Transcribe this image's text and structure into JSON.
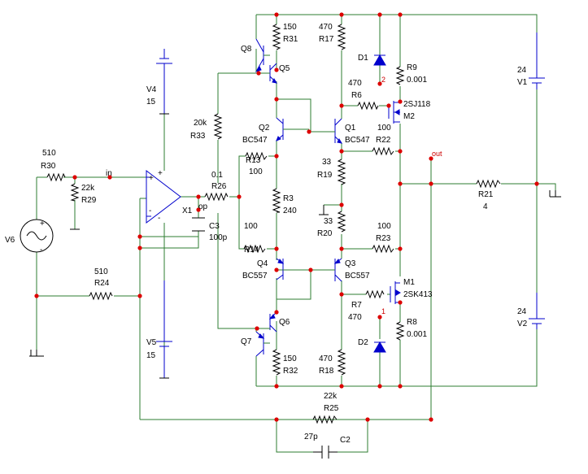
{
  "components": {
    "R30": {
      "ref": "R30",
      "value": "510"
    },
    "R29": {
      "ref": "R29",
      "value": "22k"
    },
    "R24": {
      "ref": "R24",
      "value": "510"
    },
    "V6": {
      "ref": "V6"
    },
    "X1": {
      "ref": "X1"
    },
    "C3": {
      "ref": "C3",
      "value": "100p"
    },
    "R26": {
      "ref": "R26",
      "value": "0.1"
    },
    "R33": {
      "ref": "R33",
      "value": "20k"
    },
    "V4": {
      "ref": "V4",
      "value": "15"
    },
    "V5": {
      "ref": "V5",
      "value": "15"
    },
    "Q8": {
      "ref": "Q8"
    },
    "Q5": {
      "ref": "Q5"
    },
    "R31": {
      "ref": "R31",
      "value": "150"
    },
    "Q2": {
      "ref": "Q2",
      "model": "BC547"
    },
    "R13": {
      "ref": "R13",
      "value": "100"
    },
    "R3": {
      "ref": "R3",
      "value": "240"
    },
    "R14": {
      "ref": "R14",
      "value": "100"
    },
    "Q4": {
      "ref": "Q4",
      "model": "BC557"
    },
    "Q6": {
      "ref": "Q6"
    },
    "Q7": {
      "ref": "Q7"
    },
    "R32": {
      "ref": "R32",
      "value": "150"
    },
    "R17": {
      "ref": "R17",
      "value": "470"
    },
    "D1": {
      "ref": "D1"
    },
    "R9": {
      "ref": "R9",
      "value": "0.001"
    },
    "R6": {
      "ref": "R6",
      "value": "470"
    },
    "M2": {
      "ref": "M2",
      "model": "2SJ118"
    },
    "Q1": {
      "ref": "Q1",
      "model": "BC547"
    },
    "R22": {
      "ref": "R22",
      "value": "100"
    },
    "R19": {
      "ref": "R19",
      "value": "33"
    },
    "R20": {
      "ref": "R20",
      "value": "33"
    },
    "R23": {
      "ref": "R23",
      "value": "100"
    },
    "Q3": {
      "ref": "Q3",
      "model": "BC557"
    },
    "M1": {
      "ref": "M1",
      "model": "2SK413"
    },
    "R7": {
      "ref": "R7",
      "value": "470"
    },
    "R8": {
      "ref": "R8",
      "value": "0.001"
    },
    "D2": {
      "ref": "D2"
    },
    "R18": {
      "ref": "R18",
      "value": "470"
    },
    "R21": {
      "ref": "R21",
      "value": "4"
    },
    "V1": {
      "ref": "V1",
      "value": "24"
    },
    "V2": {
      "ref": "V2",
      "value": "24"
    },
    "R25": {
      "ref": "R25",
      "value": "22k"
    },
    "C2": {
      "ref": "C2",
      "value": "27p"
    }
  },
  "nets": {
    "in": "in",
    "op": "op",
    "out": "out",
    "n2": "2",
    "n1": "1"
  },
  "colors": {
    "wire": "#2e7d32",
    "symbol": "#0000cc",
    "node": "#dd0000",
    "text": "#000000",
    "net_label": "#cc0000"
  }
}
